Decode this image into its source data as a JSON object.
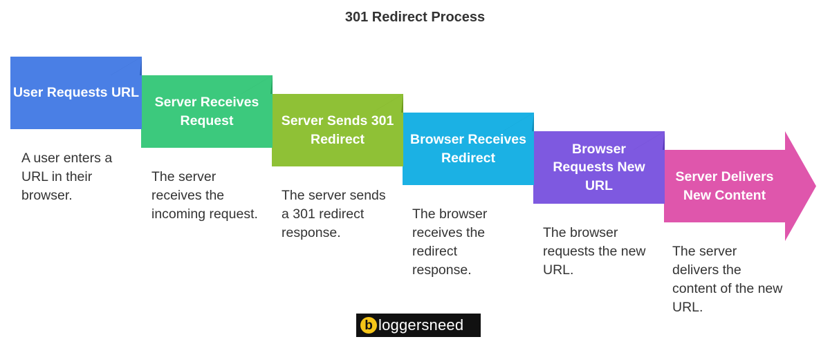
{
  "title": "301 Redirect Process",
  "steps": [
    {
      "title": "User Requests URL",
      "description": "A user enters a URL in their browser.",
      "color": "#4a7fe5",
      "fold_color": "#2f5fbf"
    },
    {
      "title": "Server Receives Request",
      "description": "The server receives the incoming request.",
      "color": "#3cc97d",
      "fold_color": "#26a35f"
    },
    {
      "title": "Server Sends 301 Redirect",
      "description": "The server sends a 301 redirect response.",
      "color": "#8fc136",
      "fold_color": "#6d9a1f"
    },
    {
      "title": "Browser Receives Redirect",
      "description": "The browser receives the redirect response.",
      "color": "#1bb1e4",
      "fold_color": "#0f8cb8"
    },
    {
      "title": "Browser Requests New URL",
      "description": "The browser requests the new URL.",
      "color": "#7e59e0",
      "fold_color": "#5b3abb"
    },
    {
      "title": "Server Delivers New Content",
      "description": "The server delivers the content of the new URL.",
      "color": "#df56ac",
      "fold_color": "#b9388a"
    }
  ],
  "logo": {
    "initial": "b",
    "text": "loggersneed",
    "circle_color": "#f5c518"
  }
}
